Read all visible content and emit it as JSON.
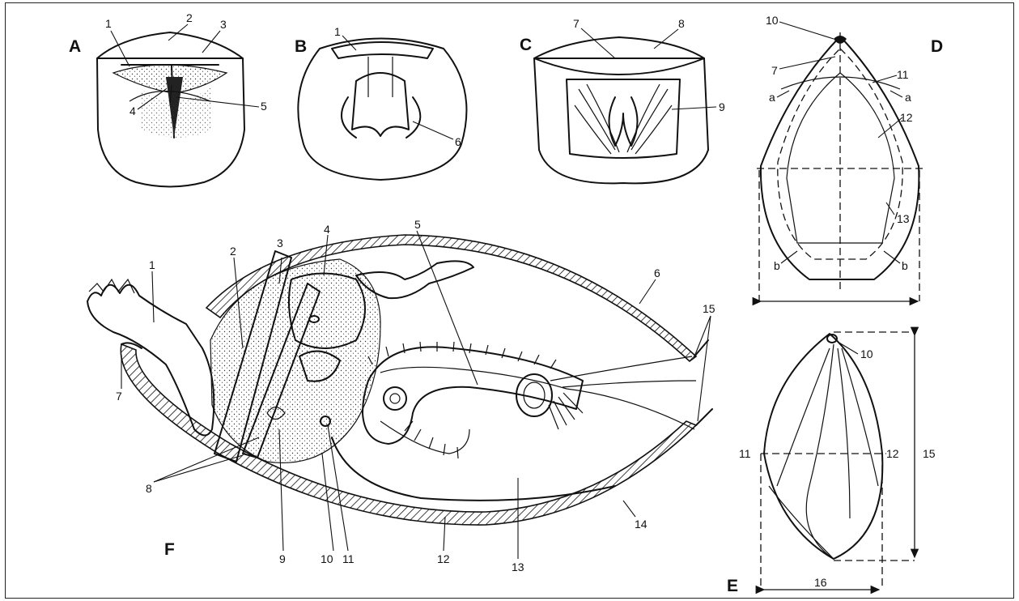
{
  "panels": {
    "A": "A",
    "B": "B",
    "C": "C",
    "D": "D",
    "E": "E",
    "F": "F"
  },
  "panel_a": {
    "labels": [
      "1",
      "2",
      "3",
      "4",
      "5"
    ]
  },
  "panel_b": {
    "labels": [
      "1",
      "6"
    ]
  },
  "panel_c": {
    "labels": [
      "7",
      "8",
      "9"
    ]
  },
  "panel_d": {
    "labels": [
      "10",
      "7",
      "11",
      "a",
      "12",
      "a",
      "13",
      "b",
      "b"
    ]
  },
  "panel_e": {
    "labels": [
      "10",
      "11",
      "12",
      "15",
      "16"
    ]
  },
  "panel_f": {
    "labels": [
      "1",
      "2",
      "3",
      "4",
      "5",
      "6",
      "15",
      "7",
      "8",
      "9",
      "10",
      "11",
      "12",
      "13",
      "14"
    ]
  }
}
